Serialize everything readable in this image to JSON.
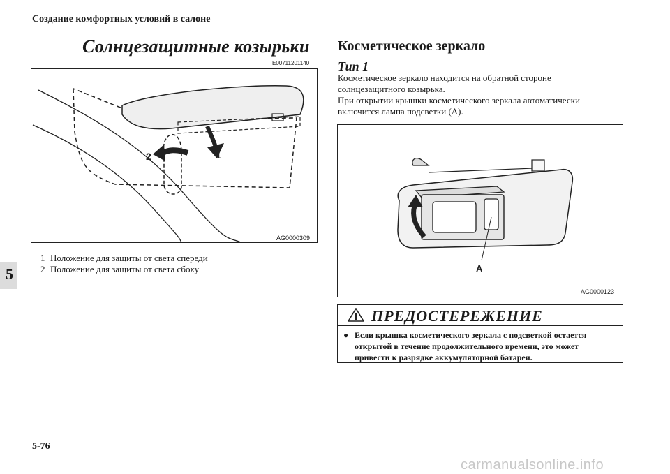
{
  "header": {
    "title": "Создание комфортных условий в салоне"
  },
  "chapter": {
    "number": "5"
  },
  "left": {
    "title": "Солнцезащитные козырьки",
    "code": "E00711201140",
    "figure": {
      "code": "AG0000309",
      "label_1": "1",
      "label_2": "2"
    },
    "legend": [
      {
        "num": "1",
        "text": "Положение для защиты от света спереди"
      },
      {
        "num": "2",
        "text": "Положение для защиты от света сбоку"
      }
    ]
  },
  "right": {
    "title": "Косметическое зеркало",
    "type_label": "Тип 1",
    "lines": [
      "Косметическое зеркало находится на обратной стороне",
      "солнцезащитного козырька.",
      "При открытии крышки косметического зеркала автоматически",
      "включится лампа подсветки (A)."
    ],
    "figure": {
      "code": "AG0000123",
      "label_a": "A"
    },
    "warning": {
      "title": "ПРЕДОСТЕРЕЖЕНИЕ",
      "bullet": "●",
      "lines": [
        "Если крышка косметического зеркала с подсветкой остается",
        "открытой в течение продолжительного времени, это может",
        "привести к разрядке аккумуляторной батареи."
      ]
    }
  },
  "footer": {
    "page": "5-76",
    "watermark": "carmanualsonline.info"
  }
}
